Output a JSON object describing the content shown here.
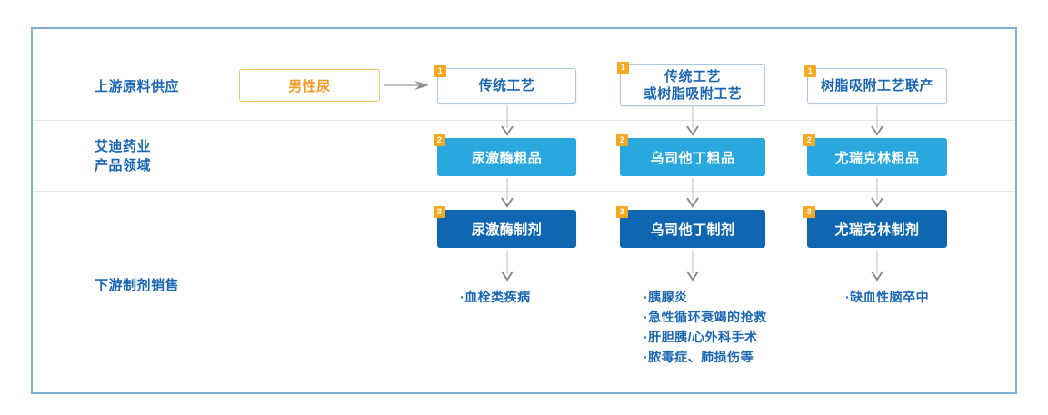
{
  "palette": {
    "text_blue": "#1a66b3",
    "crude_box_blue": "#29a8e0",
    "formulation_box_blue": "#0f67b1",
    "badge_orange": "#f7a821",
    "source_text_orange": "#f59a23",
    "source_border_orange": "#f6c45f",
    "process_box_border": "#a9c7e2",
    "frame_border": "#7fafd6",
    "divider_gray": "#e4e4e4",
    "arrow_gray": "#8a8a8a"
  },
  "row_labels": {
    "upstream": "上游原料供应",
    "company": "艾迪药业\n产品领域",
    "downstream": "下游制剂销售"
  },
  "badge_labels": [
    "1",
    "2",
    "3"
  ],
  "source": {
    "label": "男性尿"
  },
  "columns": [
    {
      "process": "传统工艺",
      "crude": "尿激酶粗品",
      "formulation": "尿激酶制剂",
      "indications": [
        "·血栓类疾病"
      ]
    },
    {
      "process": "传统工艺\n或树脂吸附工艺",
      "crude": "乌司他丁粗品",
      "formulation": "乌司他丁制剂",
      "indications": [
        "·胰腺炎",
        "·急性循环衰竭的抢救",
        "·肝胆胰/心外科手术",
        "·脓毒症、肺损伤等"
      ]
    },
    {
      "process": "树脂吸附工艺联产",
      "crude": "尤瑞克林粗品",
      "formulation": "尤瑞克林制剂",
      "indications": [
        "·缺血性脑卒中"
      ]
    }
  ]
}
